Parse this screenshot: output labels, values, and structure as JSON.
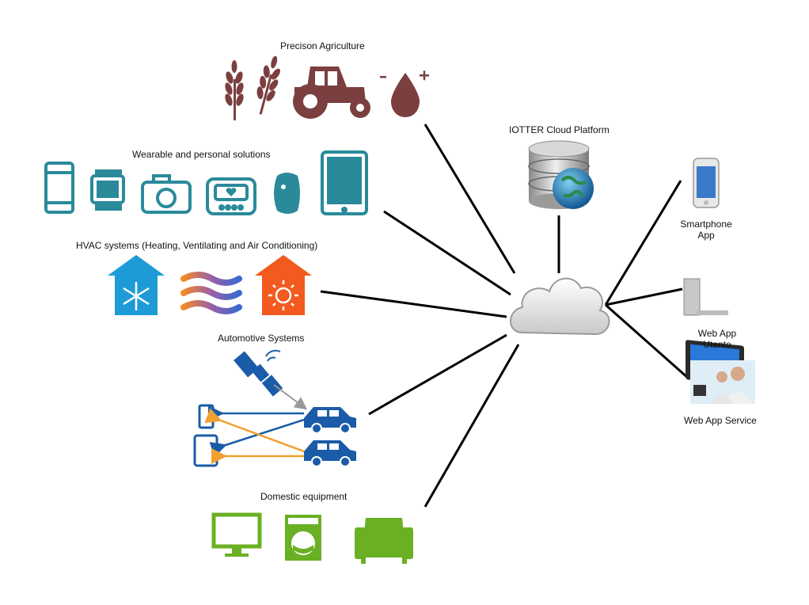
{
  "groups": {
    "agriculture": {
      "title": "Precison Agriculture"
    },
    "wearable": {
      "title": "Wearable and personal solutions"
    },
    "hvac": {
      "title": "HVAC systems  (Heating, Ventilating and Air Conditioning)"
    },
    "automotive": {
      "title": "Automotive Systems"
    },
    "domestic": {
      "title": "Domestic equipment"
    }
  },
  "cloud_platform": {
    "title": "IOTTER Cloud Platform"
  },
  "clients": {
    "smartphone": {
      "line1": "Smartphone",
      "line2": "App"
    },
    "webapp_user": {
      "line1": "Web App",
      "line2": "Utente"
    },
    "webapp_service": {
      "line1": "Web App Service"
    }
  },
  "colors": {
    "agriculture": "#7b3f3f",
    "wearable": "#2a8a9a",
    "hvac_blue": "#1e9bd7",
    "hvac_orange": "#f25a1f",
    "automotive_blue": "#1a5ca8",
    "automotive_orange": "#f2a030",
    "domestic": "#6ab023",
    "connector": "#000000"
  }
}
